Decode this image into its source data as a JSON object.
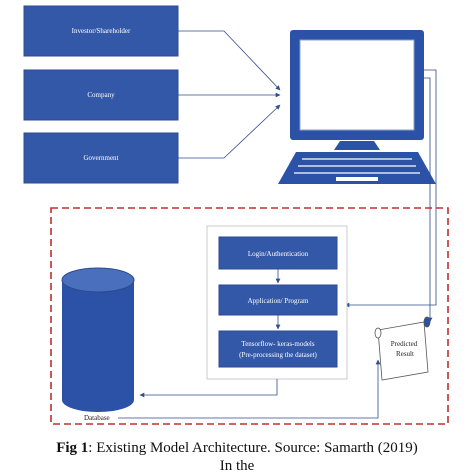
{
  "entities": {
    "investor": "Investor/Shareholder",
    "company": "Company",
    "government": "Government"
  },
  "system": {
    "login": "Login/Authentication",
    "application": "Application/ Program",
    "tensorflow_line1": "Tensorflow- keras-models",
    "tensorflow_line2": "(Pre-processing the dataset)"
  },
  "database_label": "Database",
  "result_line1": "Predicted",
  "result_line2": "Result",
  "caption": {
    "fig_label": "Fig 1",
    "text": ": Existing Model Architecture. Source: Samarth (2019)",
    "line2": "In the"
  },
  "colors": {
    "box_fill": "#3458a8",
    "box_border": "#2b4a8f",
    "dashed_border": "#c0302b",
    "arrow": "#2f4f8a",
    "monitor": "#2b52a6"
  }
}
